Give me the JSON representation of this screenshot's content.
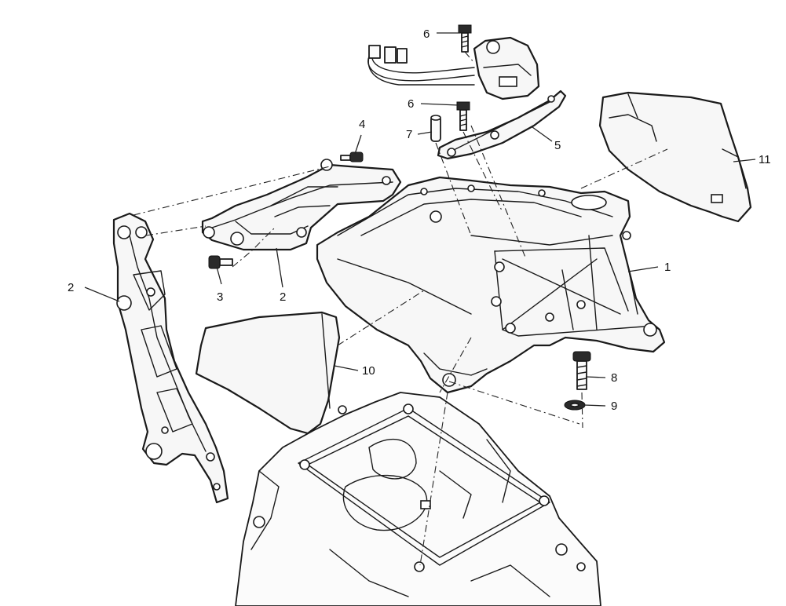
{
  "callouts": [
    {
      "id": "c1",
      "label": "1"
    },
    {
      "id": "c2a",
      "label": "2"
    },
    {
      "id": "c2b",
      "label": "2"
    },
    {
      "id": "c3",
      "label": "3"
    },
    {
      "id": "c4",
      "label": "4"
    },
    {
      "id": "c5",
      "label": "5"
    },
    {
      "id": "c6a",
      "label": "6"
    },
    {
      "id": "c6b",
      "label": "6"
    },
    {
      "id": "c7",
      "label": "7"
    },
    {
      "id": "c8",
      "label": "8"
    },
    {
      "id": "c9",
      "label": "9"
    },
    {
      "id": "c10",
      "label": "10"
    },
    {
      "id": "c11",
      "label": "11"
    }
  ]
}
